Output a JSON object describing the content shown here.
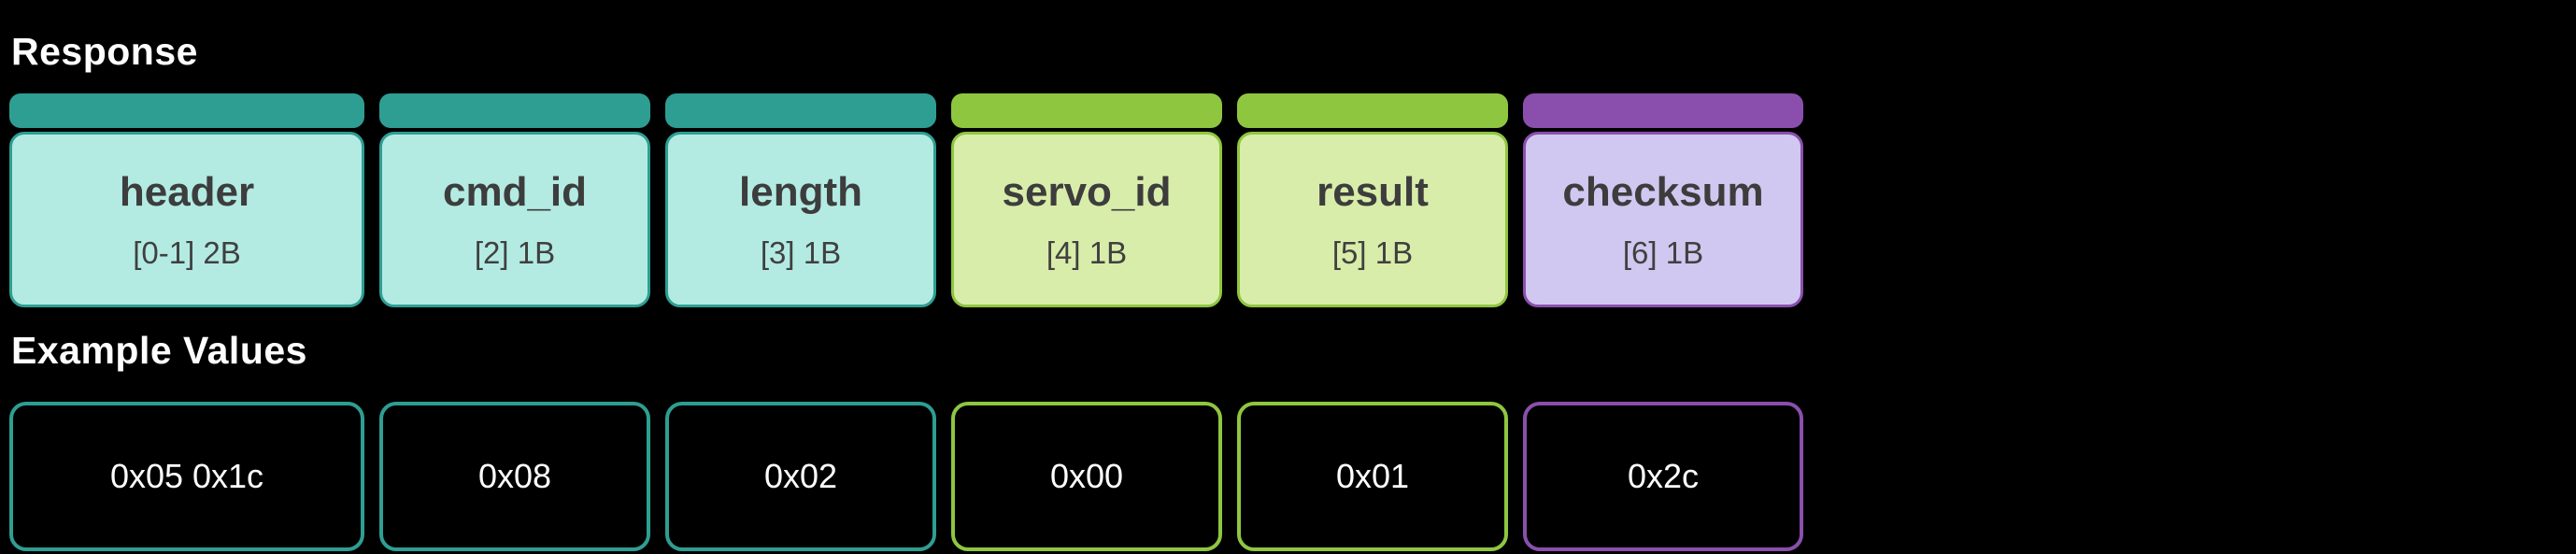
{
  "page": {
    "background": "#000000",
    "response_heading": "Response",
    "example_heading": "Example Values",
    "heading_color": "#ffffff",
    "field_text_color": "#3d3d3d",
    "example_text_color": "#ffffff"
  },
  "packet": {
    "fields": [
      {
        "name": "header",
        "bytes": "[0-1] 2B",
        "example": "0x05 0x1c",
        "accent": "#2e9e93",
        "fill": "#b3ebe3"
      },
      {
        "name": "cmd_id",
        "bytes": "[2] 1B",
        "example": "0x08",
        "accent": "#2e9e93",
        "fill": "#b3ebe3"
      },
      {
        "name": "length",
        "bytes": "[3] 1B",
        "example": "0x02",
        "accent": "#2e9e93",
        "fill": "#b3ebe3"
      },
      {
        "name": "servo_id",
        "bytes": "[4] 1B",
        "example": "0x00",
        "accent": "#8fc640",
        "fill": "#d9edaa"
      },
      {
        "name": "result",
        "bytes": "[5] 1B",
        "example": "0x01",
        "accent": "#8fc640",
        "fill": "#d9edaa"
      },
      {
        "name": "checksum",
        "bytes": "[6] 1B",
        "example": "0x2c",
        "accent": "#8a4fad",
        "fill": "#d0c8f0"
      }
    ]
  }
}
